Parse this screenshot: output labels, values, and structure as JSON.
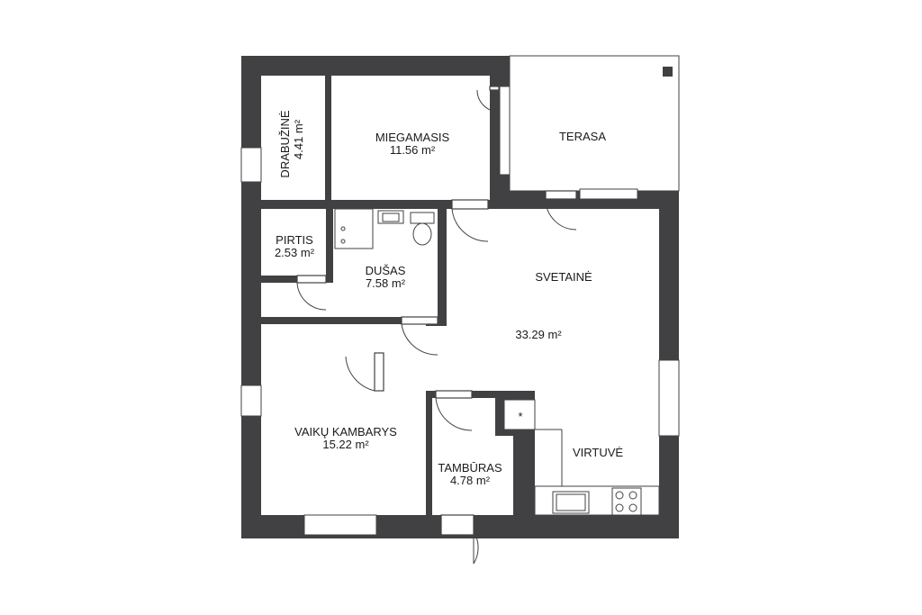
{
  "rooms": {
    "drabuzine": {
      "name": "DRABUŽINĖ",
      "area": "4.41 m²"
    },
    "miegamasis": {
      "name": "MIEGAMASIS",
      "area": "11.56 m²"
    },
    "terasa": {
      "name": "TERASA"
    },
    "pirtis": {
      "name": "PIRTIS",
      "area": "2.53 m²"
    },
    "dusas": {
      "name": "DUŠAS",
      "area": "7.58 m²"
    },
    "svetaine": {
      "name": "SVETAINĖ",
      "area": "33.29 m²"
    },
    "vaiku": {
      "name": "VAIKŲ KAMBARYS",
      "area": "15.22 m²"
    },
    "tamburas": {
      "name": "TAMBŪRAS",
      "area": "4.78 m²"
    },
    "virtuve": {
      "name": "VIRTUVĖ"
    }
  },
  "symbols": {
    "vent": "*"
  },
  "colors": {
    "wall": "#414143",
    "background": "#ffffff"
  }
}
